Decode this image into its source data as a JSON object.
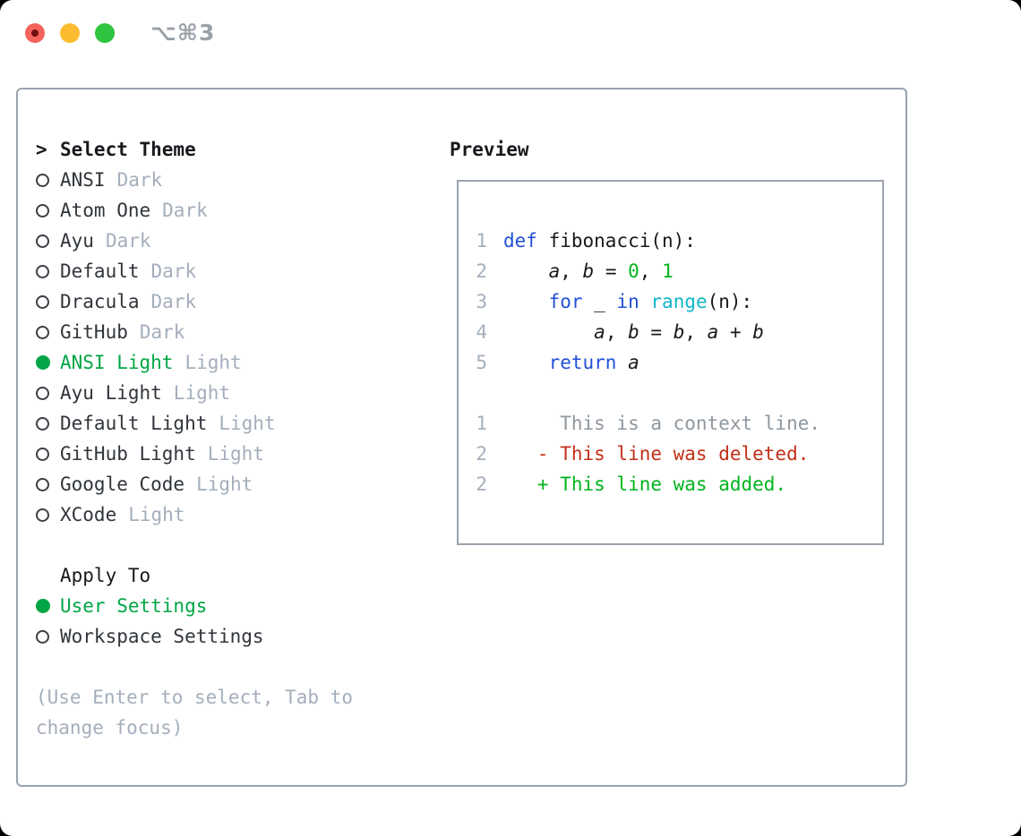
{
  "window": {
    "title": "⌥⌘3",
    "controls": [
      {
        "name": "close",
        "icon": "red-circle-with-dot"
      },
      {
        "name": "minimize",
        "icon": "yellow-circle"
      },
      {
        "name": "zoom",
        "icon": "green-circle"
      }
    ]
  },
  "theme_panel": {
    "marker": ">",
    "header": "Select Theme",
    "items": [
      {
        "name": "ANSI",
        "variant": "Dark",
        "selected": false
      },
      {
        "name": "Atom One",
        "variant": "Dark",
        "selected": false
      },
      {
        "name": "Ayu",
        "variant": "Dark",
        "selected": false
      },
      {
        "name": "Default",
        "variant": "Dark",
        "selected": false
      },
      {
        "name": "Dracula",
        "variant": "Dark",
        "selected": false
      },
      {
        "name": "GitHub",
        "variant": "Dark",
        "selected": false
      },
      {
        "name": "ANSI Light",
        "variant": "Light",
        "selected": true
      },
      {
        "name": "Ayu Light",
        "variant": "Light",
        "selected": false
      },
      {
        "name": "Default Light",
        "variant": "Light",
        "selected": false
      },
      {
        "name": "GitHub Light",
        "variant": "Light",
        "selected": false
      },
      {
        "name": "Google Code",
        "variant": "Light",
        "selected": false
      },
      {
        "name": "XCode",
        "variant": "Light",
        "selected": false
      }
    ]
  },
  "apply_panel": {
    "header": "Apply To",
    "options": [
      {
        "label": "User Settings",
        "selected": true
      },
      {
        "label": "Workspace Settings",
        "selected": false
      }
    ]
  },
  "hint": "(Use Enter to select, Tab to change focus)",
  "preview": {
    "header": "Preview",
    "code_lines": [
      {
        "num": "1",
        "segments": [
          {
            "t": "def",
            "c": "kw"
          },
          {
            "t": " fibonacci(n):",
            "c": "plain"
          }
        ]
      },
      {
        "num": "2",
        "segments": [
          {
            "t": "    ",
            "c": "plain"
          },
          {
            "t": "a",
            "c": "var"
          },
          {
            "t": ", ",
            "c": "plain"
          },
          {
            "t": "b",
            "c": "var"
          },
          {
            "t": " = ",
            "c": "plain"
          },
          {
            "t": "0",
            "c": "lit"
          },
          {
            "t": ", ",
            "c": "plain"
          },
          {
            "t": "1",
            "c": "lit"
          }
        ]
      },
      {
        "num": "3",
        "segments": [
          {
            "t": "    ",
            "c": "plain"
          },
          {
            "t": "for",
            "c": "kw"
          },
          {
            "t": " _ ",
            "c": "plain"
          },
          {
            "t": "in",
            "c": "kw"
          },
          {
            "t": " ",
            "c": "plain"
          },
          {
            "t": "range",
            "c": "builtin"
          },
          {
            "t": "(n):",
            "c": "plain"
          }
        ]
      },
      {
        "num": "4",
        "segments": [
          {
            "t": "        ",
            "c": "plain"
          },
          {
            "t": "a",
            "c": "var"
          },
          {
            "t": ", ",
            "c": "plain"
          },
          {
            "t": "b",
            "c": "var"
          },
          {
            "t": " = ",
            "c": "plain"
          },
          {
            "t": "b",
            "c": "var"
          },
          {
            "t": ", ",
            "c": "plain"
          },
          {
            "t": "a",
            "c": "var"
          },
          {
            "t": " + ",
            "c": "plain"
          },
          {
            "t": "b",
            "c": "var"
          }
        ]
      },
      {
        "num": "5",
        "segments": [
          {
            "t": "    ",
            "c": "plain"
          },
          {
            "t": "return",
            "c": "kw"
          },
          {
            "t": " ",
            "c": "plain"
          },
          {
            "t": "a",
            "c": "var"
          }
        ]
      },
      {
        "num": "",
        "segments": []
      },
      {
        "num": "1",
        "segments": [
          {
            "t": "     This is a context line.",
            "c": "context"
          }
        ]
      },
      {
        "num": "2",
        "segments": [
          {
            "t": "   - This line was deleted.",
            "c": "deleted"
          }
        ]
      },
      {
        "num": "2",
        "segments": [
          {
            "t": "   + This line was added.",
            "c": "added"
          }
        ]
      }
    ]
  },
  "colors": {
    "accent_green": "#00a645",
    "keyword_blue": "#2150d6",
    "builtin_cyan": "#10b6c6",
    "literal_green": "#00b41e",
    "added_green": "#00b41e",
    "deleted_red": "#c23018",
    "context_gray": "#8e979f",
    "muted_gray": "#a4aebc",
    "line_number_gray": "#a4afbb",
    "text_black": "#17191d",
    "item_text": "#30353b",
    "border_gray": "#9aa3ae",
    "title_gray": "#9aa1a8",
    "traffic_red": "#f4645c",
    "traffic_red_dot": "#70100e",
    "traffic_yellow": "#fbbc30",
    "traffic_green": "#2ec43f"
  }
}
